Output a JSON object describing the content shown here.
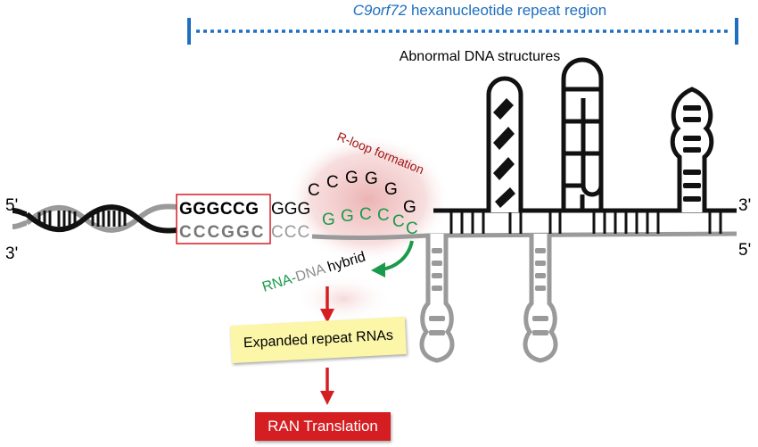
{
  "region_title_gene": "C9orf72",
  "region_title_rest": " hexanucleotide repeat region",
  "abnormal_label": "Abnormal DNA structures",
  "rloop_label": "R-loop formation",
  "hybrid_label": {
    "rna": "RNA",
    "dash": "-",
    "dna": "DNA",
    "rest": " hybrid"
  },
  "left_5prime": "5'",
  "left_3prime": "3'",
  "right_3prime": "3'",
  "right_5prime": "5'",
  "top_boxed_seq": "GGGCCG",
  "top_rest_seq": "GGG",
  "top_rising": [
    "C",
    "C",
    "G",
    "G",
    "G",
    "G"
  ],
  "bottom_boxed_seq": "CCCGGC",
  "bottom_rest_seq": "CCC",
  "green_rising": [
    "G",
    "G",
    "C",
    "C",
    "C",
    "C"
  ],
  "box1_text": "Expanded repeat RNAs",
  "box2_text": "RAN Translation",
  "colors": {
    "blue": "#1e6fbf",
    "red": "#d51e22",
    "darkred": "#a31515",
    "green": "#1a9a4b",
    "gray": "#8c8c8c",
    "black": "#000000"
  }
}
